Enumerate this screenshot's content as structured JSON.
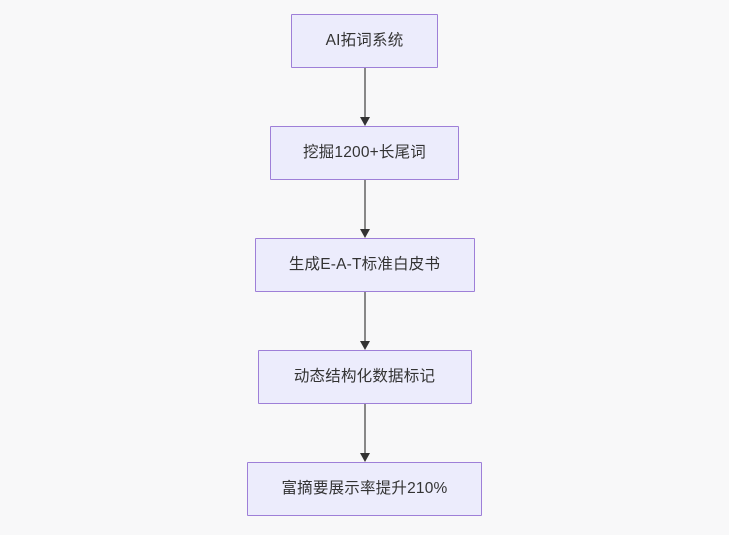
{
  "diagram": {
    "type": "flowchart",
    "orientation": "top-to-bottom",
    "background_color": "#f8f8f9",
    "node_fill_color": "#ececfc",
    "node_border_color": "#9e7fd8",
    "node_text_color": "#333333",
    "edge_line_color": "#888888",
    "edge_arrow_color": "#333333",
    "nodes": [
      {
        "id": "n0",
        "label": "AI拓词系统"
      },
      {
        "id": "n1",
        "label": "挖掘1200+长尾词"
      },
      {
        "id": "n2",
        "label": "生成E-A-T标准白皮书"
      },
      {
        "id": "n3",
        "label": "动态结构化数据标记"
      },
      {
        "id": "n4",
        "label": "富摘要展示率提升210%"
      }
    ],
    "edges": [
      {
        "from": "n0",
        "to": "n1",
        "label": ""
      },
      {
        "from": "n1",
        "to": "n2",
        "label": ""
      },
      {
        "from": "n2",
        "to": "n3",
        "label": ""
      },
      {
        "from": "n3",
        "to": "n4",
        "label": ""
      }
    ]
  }
}
